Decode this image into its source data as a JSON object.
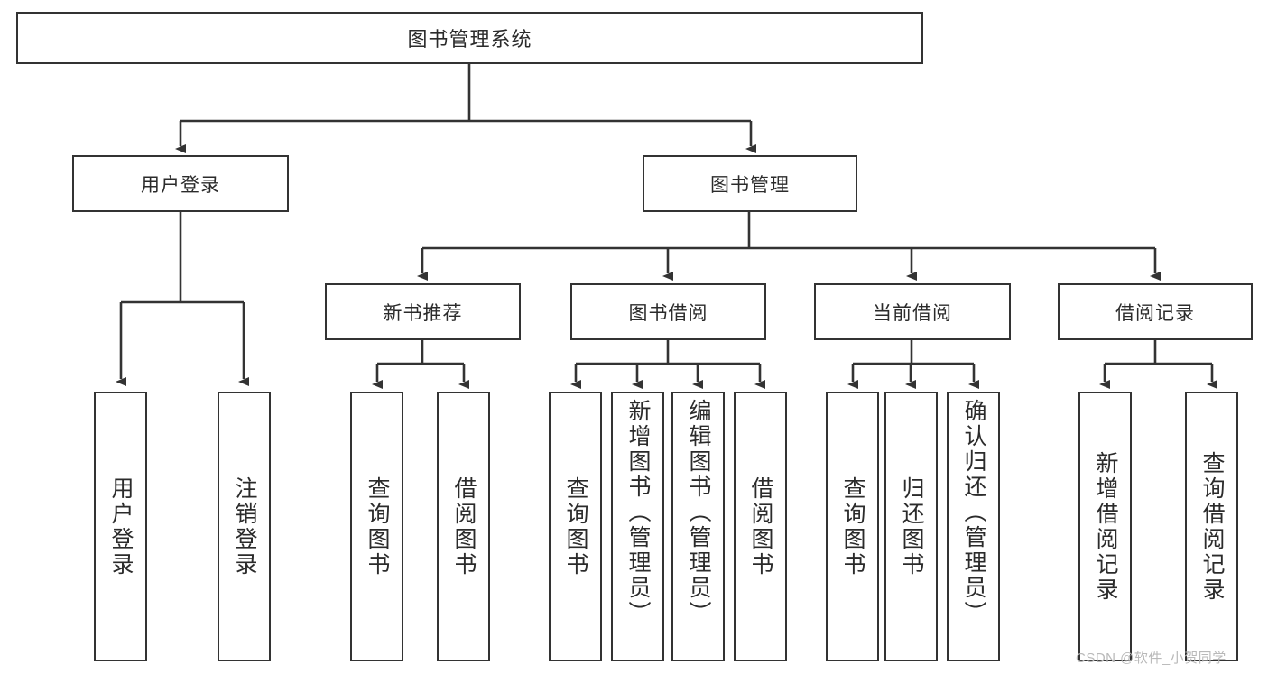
{
  "diagram": {
    "type": "hierarchy-tree",
    "title": "图书管理系统",
    "levels": 4,
    "root": {
      "label": "图书管理系统"
    },
    "level2": [
      {
        "label": "用户登录"
      },
      {
        "label": "图书管理"
      }
    ],
    "level3": [
      {
        "label": "新书推荐",
        "parent": "图书管理"
      },
      {
        "label": "图书借阅",
        "parent": "图书管理"
      },
      {
        "label": "当前借阅",
        "parent": "图书管理"
      },
      {
        "label": "借阅记录",
        "parent": "图书管理"
      }
    ],
    "leaves": {
      "user_login": [
        {
          "label": "用户登录"
        },
        {
          "label": "注销登录"
        }
      ],
      "new_book_recommend": [
        {
          "label": "查询图书"
        },
        {
          "label": "借阅图书"
        }
      ],
      "book_borrow": [
        {
          "label": "查询图书"
        },
        {
          "label": "新增图书（管理员）"
        },
        {
          "label": "编辑图书（管理员）"
        },
        {
          "label": "借阅图书"
        }
      ],
      "current_borrow": [
        {
          "label": "查询图书"
        },
        {
          "label": "归还图书"
        },
        {
          "label": "确认归还（管理员）"
        }
      ],
      "borrow_records": [
        {
          "label": "新增借阅记录"
        },
        {
          "label": "查询借阅记录"
        }
      ]
    }
  },
  "watermark": {
    "text": "CSDN @软件_小贺同学"
  },
  "colors": {
    "background": "#ffffff",
    "border": "#333333",
    "text": "#2b2b2b",
    "watermark": "#b9b9b9"
  }
}
